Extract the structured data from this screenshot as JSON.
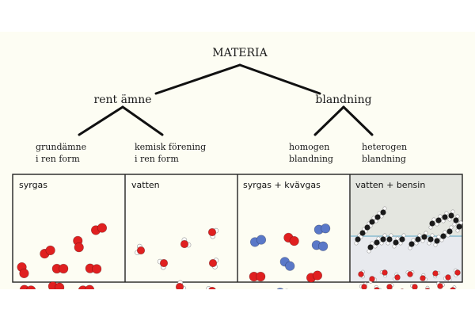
{
  "tree": {
    "root": "MATERIA",
    "level1": [
      "rent ämne",
      "blandning"
    ],
    "level2": [
      [
        "grundämne",
        "i ren form"
      ],
      [
        "kemisk förening",
        "i ren form"
      ],
      [
        "homogen",
        "blandning"
      ],
      [
        "heterogen",
        "blandning"
      ]
    ]
  },
  "panels": [
    {
      "label": "syrgas"
    },
    {
      "label": "vatten"
    },
    {
      "label": "syrgas + kvävgas"
    },
    {
      "label": "vatten + bensin"
    }
  ],
  "colors": {
    "background": "#fdfdf3",
    "oxygen": "#e02020",
    "nitrogen": "#5a78c8",
    "hydrogen": "#ffffff",
    "carbon": "#1a1a1a",
    "benzin_layer": "#e4e6e0",
    "water_layer": "#e8eaee",
    "interface": "#9fc6d6"
  }
}
